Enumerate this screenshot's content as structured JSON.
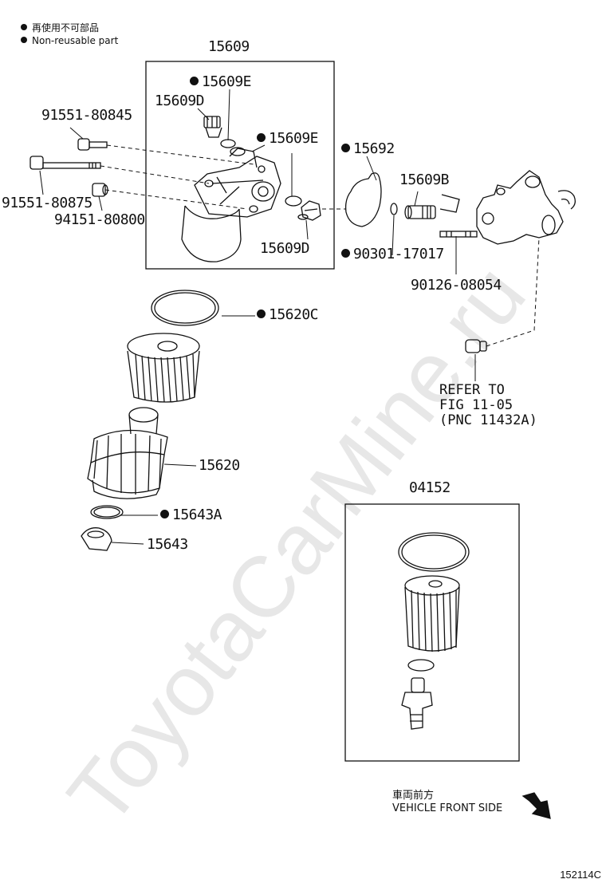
{
  "legend": {
    "jp": "再使用不可部品",
    "en": "Non-reusable part"
  },
  "watermark": "ToyotaCarMine.ru",
  "labels": {
    "p15609": "15609",
    "p15609E_a": "15609E",
    "p15609D_a": "15609D",
    "p15609E_b": "15609E",
    "p15609D_b": "15609D",
    "p91551_80845": "91551-80845",
    "p91551_80875": "91551-80875",
    "p94151_80800": "94151-80800",
    "p15692": "15692",
    "p15609B": "15609B",
    "p90301_17017": "90301-17017",
    "p90126_08054": "90126-08054",
    "p15620C": "15620C",
    "p15620": "15620",
    "p15643A": "15643A",
    "p15643": "15643",
    "p04152": "04152"
  },
  "refer": {
    "line1": "REFER TO",
    "line2": "FIG 11-05",
    "line3": "(PNC 11432A)"
  },
  "front": {
    "jp": "車両前方",
    "en": "VEHICLE FRONT SIDE"
  },
  "figure_id": "152114C"
}
